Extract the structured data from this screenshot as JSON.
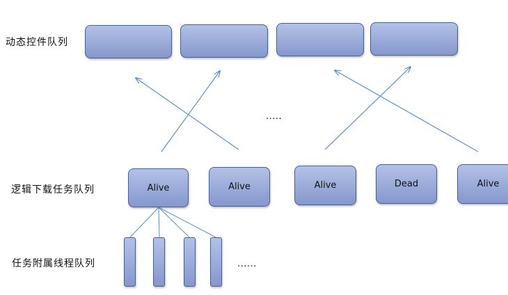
{
  "labels": {
    "control_queue": "动态控件队列",
    "task_queue": "逻辑下载任务队列",
    "thread_queue": "任务附属线程队列"
  },
  "tasks": [
    {
      "status": "Alive"
    },
    {
      "status": "Alive"
    },
    {
      "status": "Alive"
    },
    {
      "status": "Dead"
    },
    {
      "status": "Alive"
    }
  ],
  "ellipsis_tasks": ".....",
  "ellipsis_threads": "......",
  "colors": {
    "box_fill": "#9aabd9",
    "box_border": "#4a5f8f",
    "arrow": "#5b8fd0"
  }
}
